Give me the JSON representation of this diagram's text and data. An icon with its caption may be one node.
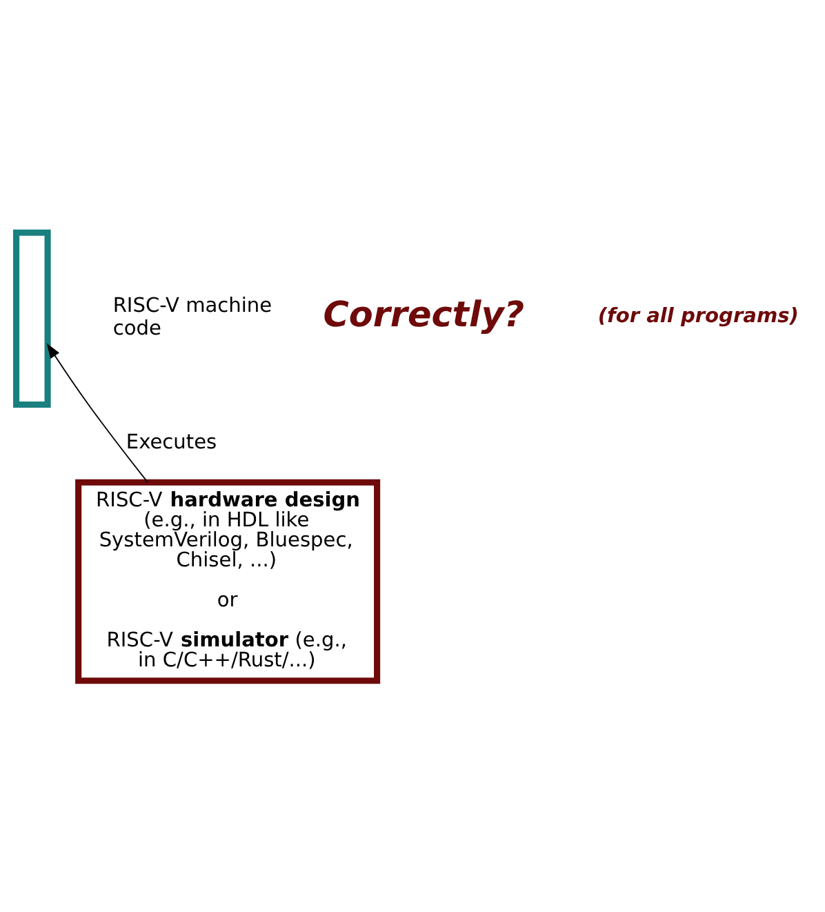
{
  "diagram": {
    "nodes": [
      {
        "text": [],
        "shape": "bar",
        "beside": [
          "RISC-V machine code"
        ]
      },
      {
        "text": [
          "RISC-V **hardware design** (e.g., in HDL like SystemVerilog, Bluespec, Chisel, ...)",
          "or",
          "RISC-V **simulator** (e.g., in C/C++/Rust/...)"
        ]
      }
    ],
    "edges": [
      {
        "from": 1,
        "to": 0,
        "arrow": "to",
        "label": "Executes"
      }
    ],
    "labels": [
      "Correctly?",
      "(for all programs)"
    ]
  }
}
